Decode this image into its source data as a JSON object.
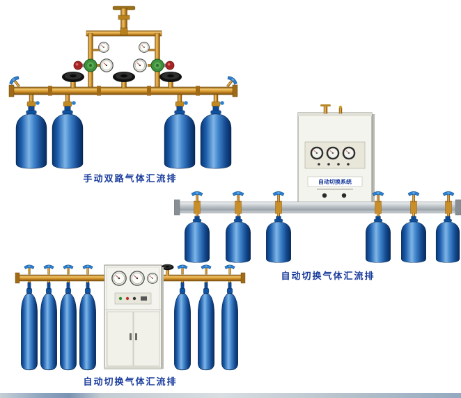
{
  "page": {
    "background": "#ffffff"
  },
  "products": [
    {
      "id": "manual-dual",
      "caption": "手动双路气体汇流排",
      "cylinders": 4
    },
    {
      "id": "auto-switch-wall",
      "caption": "自动切换气体汇流排",
      "cabinet_label": "自动切换系统",
      "cylinders": 6
    },
    {
      "id": "auto-switch-floor",
      "caption": "自动切换气体汇流排",
      "cylinders": 7
    }
  ],
  "colors": {
    "caption_text": "#1a3c9c",
    "cylinder_blue_dark": "#083570",
    "cylinder_blue_light": "#7fb5e6",
    "brass_pipe": "#d99a2e",
    "manifold_silver": "#b9c0c5",
    "cabinet_white": "#f4f4ee",
    "valve_handle_blue": "#2b7fd0",
    "handwheel_black": "#151515",
    "regulator_green": "#3f8f3c",
    "regulator_knob_red": "#a82525",
    "gauge_face": "#fcfcf8"
  }
}
